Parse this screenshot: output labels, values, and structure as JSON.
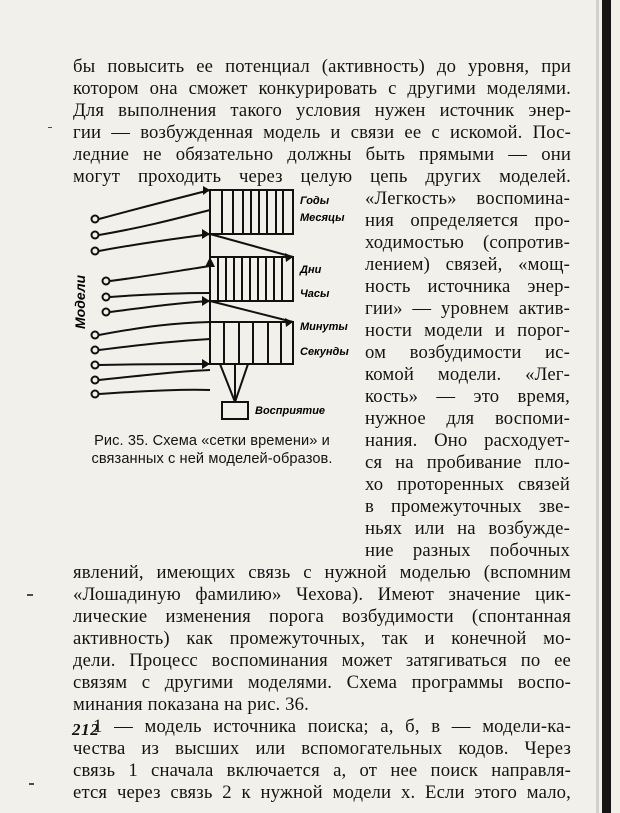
{
  "page": {
    "lines": [
      "бы повысить ее потенциал (активность) до уровня, при",
      "котором она сможет конкурировать с другими моделями.",
      "Для выполнения такого условия нужен источник энер-",
      "гии — возбужденная модель и связи ее с искомой. Пос-",
      "ледние не обязательно должны быть прямыми — они",
      "могут проходить через целую цепь других моделей."
    ],
    "wrap_lines": [
      "«Легкость» воспомина-",
      "ния определяется про-",
      "ходимостью (сопротив-",
      "лением) связей, «мощ-",
      "ность источника энер-",
      "гии» — уровнем актив-",
      "ности модели и порог-",
      "ом возбудимости ис-",
      "комой модели. «Лег-",
      "кость» — это время,",
      "нужное для воспоми-",
      "нания. Оно расходует-",
      "ся на пробивание пло-",
      "хо проторенных связей",
      "в промежуточных зве-",
      "ньях или на возбужде-",
      "ние разных побочных"
    ],
    "after_lines": [
      "явлений, имеющих связь с нужной моделью (вспомним",
      "«Лошадиную фамилию» Чехова). Имеют значение цик-",
      "лические изменения порога возбудимости (спонтанная",
      "активность) как промежуточных, так и конечной мо-",
      "дели. Процесс воспоминания может затягиваться по ее",
      "связям с другими моделями. Схема программы воспо-",
      "минания показана на рис. 36.",
      "1 — модель источника поиска; а, б, в — модели-ка-",
      "чества из высших или вспомогательных кодов. Через",
      "связь 1 сначала включается а, от нее поиск направля-",
      "ется через связь 2 к нужной модели х. Если этого мало,"
    ],
    "caption": [
      "Рис. 35. Схема «сетки времени» и",
      "связанных с ней моделей-образов."
    ],
    "figure": {
      "left_label": "Модели",
      "labels": {
        "years": "Годы",
        "months": "Месяцы",
        "days": "Дни",
        "hours": "Часы",
        "minutes": "Минуты",
        "seconds": "Секунды",
        "perception": "Восприятие"
      }
    },
    "page_number": "212"
  }
}
